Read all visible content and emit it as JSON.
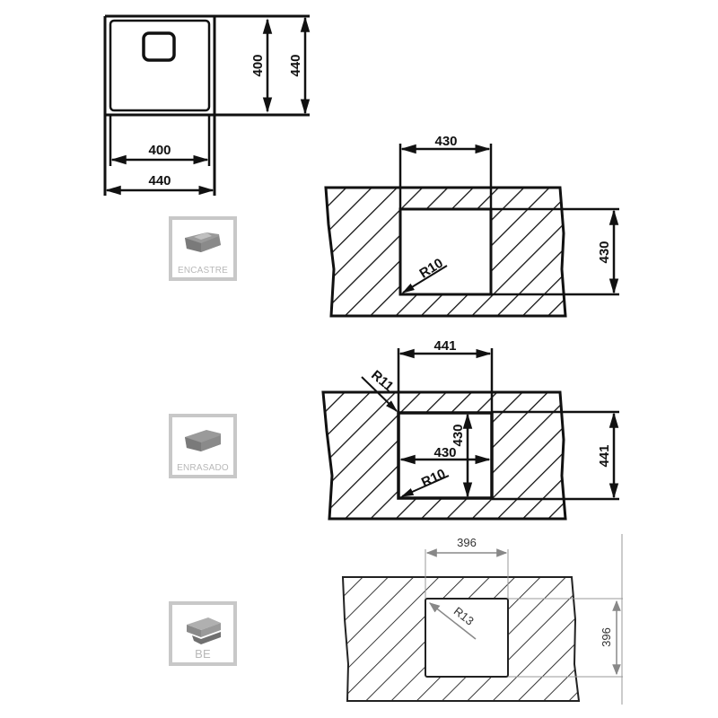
{
  "top_view": {
    "inner_width": "400",
    "outer_width": "440",
    "inner_height": "400",
    "outer_height": "440"
  },
  "badges": [
    {
      "label": "ENCASTRE",
      "icon": "countertop-inset-icon"
    },
    {
      "label": "ENRASADO",
      "icon": "countertop-flush-icon"
    },
    {
      "label": "BE",
      "icon": "countertop-undermount-icon"
    }
  ],
  "cutouts": [
    {
      "name": "encastre",
      "width": "430",
      "height": "430",
      "radius": "R10"
    },
    {
      "name": "enrasado",
      "outer_width": "441",
      "outer_height": "441",
      "inner_width": "430",
      "inner_height": "430",
      "outer_radius": "R11",
      "inner_radius": "R10"
    },
    {
      "name": "be",
      "width": "396",
      "height": "396",
      "radius": "R13"
    }
  ],
  "colors": {
    "line": "#111111",
    "badge_border": "#c8c8c8",
    "badge_text": "#b8b8b8",
    "thin_line": "#888888"
  }
}
